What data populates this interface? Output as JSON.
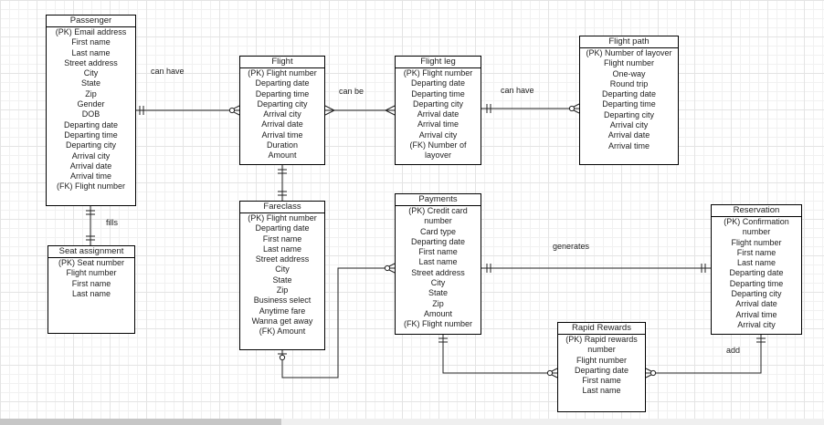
{
  "entities": {
    "passenger": {
      "title": "Passenger",
      "attributes": [
        "(PK) Email address",
        "First name",
        "Last name",
        "Street address",
        "City",
        "State",
        "Zip",
        "Gender",
        "DOB",
        "Departing date",
        "Departing time",
        "Departing city",
        "Arrival city",
        "Arrival date",
        "Arrival time",
        "(FK) Flight number"
      ]
    },
    "seat_assignment": {
      "title": "Seat assignment",
      "attributes": [
        "(PK) Seat number",
        "Flight number",
        "First name",
        "Last name"
      ]
    },
    "flight": {
      "title": "Flight",
      "attributes": [
        "(PK) Flight number",
        "Departing date",
        "Departing time",
        "Departing city",
        "Arrival city",
        "Arrival date",
        "Arrival time",
        "Duration",
        "Amount"
      ]
    },
    "fareclass": {
      "title": "Fareclass",
      "attributes": [
        "(PK) Flight number",
        "Departing date",
        "First name",
        "Last name",
        "Street address",
        "City",
        "State",
        "Zip",
        "Business select",
        "Anytime fare",
        "Wanna get away",
        "(FK) Amount"
      ]
    },
    "flight_leg": {
      "title": "Flight leg",
      "attributes": [
        "(PK) Flight number",
        "Departing date",
        "Departing time",
        "Departing city",
        "Arrival date",
        "Arrival time",
        "Arrival city",
        "(FK) Number of layover"
      ]
    },
    "flight_path": {
      "title": "Flight path",
      "attributes": [
        "(PK) Number of layover",
        "Flight number",
        "One-way",
        "Round trip",
        "Departing date",
        "Departing time",
        "Departing city",
        "Arrival city",
        "Arrival date",
        "Arrival time"
      ]
    },
    "payments": {
      "title": "Payments",
      "attributes": [
        "(PK) Credit card number",
        "Card type",
        "Departing date",
        "First name",
        "Last name",
        "Street address",
        "City",
        "State",
        "Zip",
        "Amount",
        "(FK) Flight number"
      ]
    },
    "rapid_rewards": {
      "title": "Rapid Rewards",
      "attributes": [
        "(PK) Rapid rewards number",
        "Flight number",
        "Departing date",
        "First name",
        "Last name"
      ]
    },
    "reservation": {
      "title": "Reservation",
      "attributes": [
        "(PK) Confirmation number",
        "Flight number",
        "First name",
        "Last name",
        "Departing date",
        "Departing time",
        "Departing city",
        "Arrival date",
        "Arrival time",
        "Arrival city"
      ]
    }
  },
  "relationships": {
    "passenger_flight": "can have",
    "flight_flightleg": "can be",
    "flightleg_flightpath": "can have",
    "passenger_seat": "fills",
    "payments_reservation": "generates",
    "reservation_rewards": "add"
  }
}
